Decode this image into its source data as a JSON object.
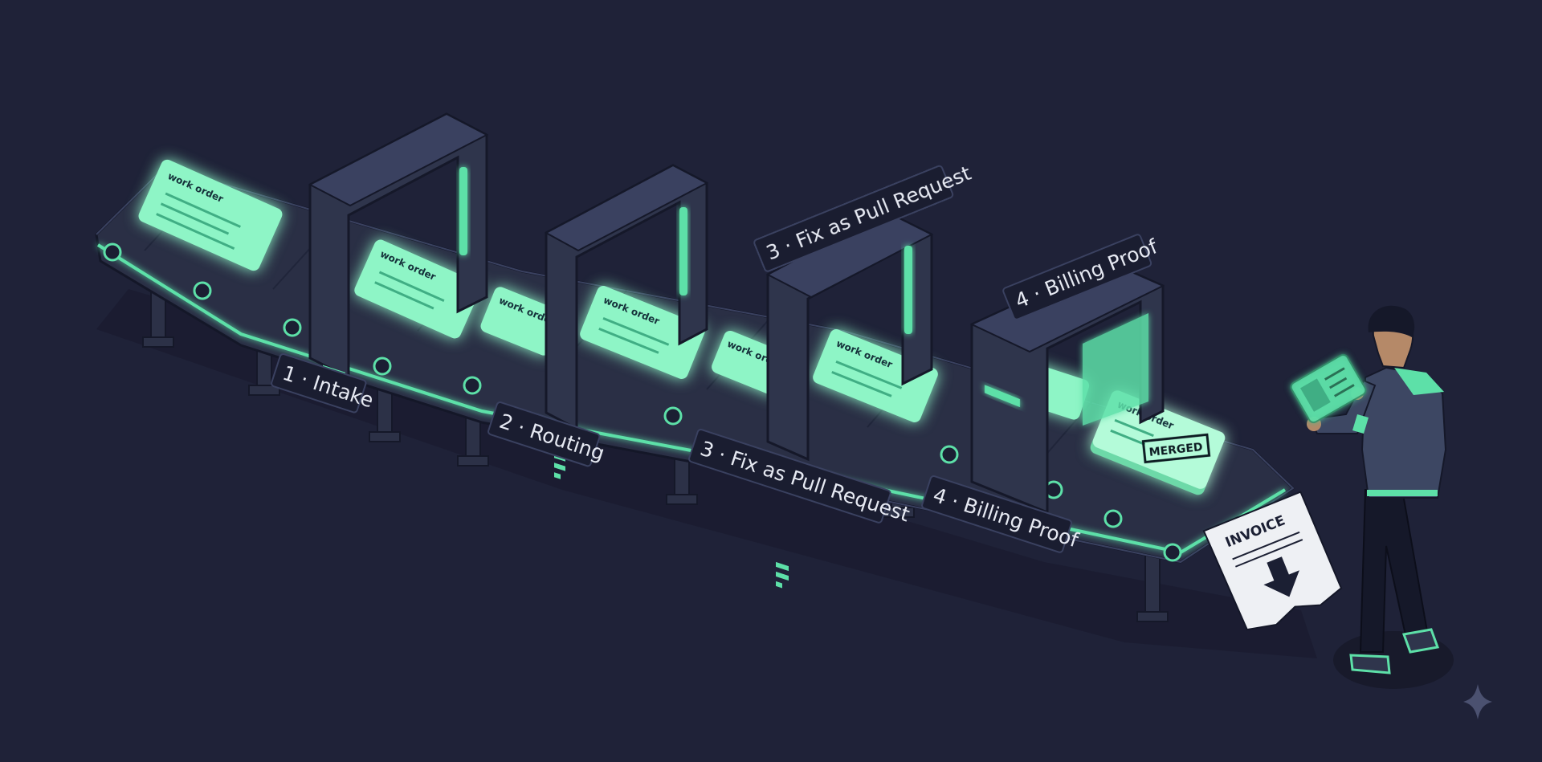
{
  "colors": {
    "background": "#1f2238",
    "machine": "#2f354c",
    "machine_dark": "#252a3f",
    "belt": "#2a2f45",
    "accent": "#5de0a8",
    "doc_glow": "#8ef5c6",
    "label_bg": "#1a1d30"
  },
  "documents": {
    "label": "work order",
    "stamp": "MERGED"
  },
  "stages": [
    {
      "label": "1 · Intake"
    },
    {
      "label": "2 · Routing"
    },
    {
      "label": "3 · Fix as Pull Request"
    },
    {
      "label": "4 · Billing Proof"
    }
  ],
  "gate_signs": [
    {
      "label": "3 · Fix as Pull Request"
    },
    {
      "label": "4 · Billing Proof"
    }
  ],
  "invoice": {
    "label": "INVOICE",
    "icon": "download-arrow-icon"
  },
  "operator": {
    "device": "tablet-icon"
  },
  "watermark": {
    "icon": "sparkle-icon"
  }
}
